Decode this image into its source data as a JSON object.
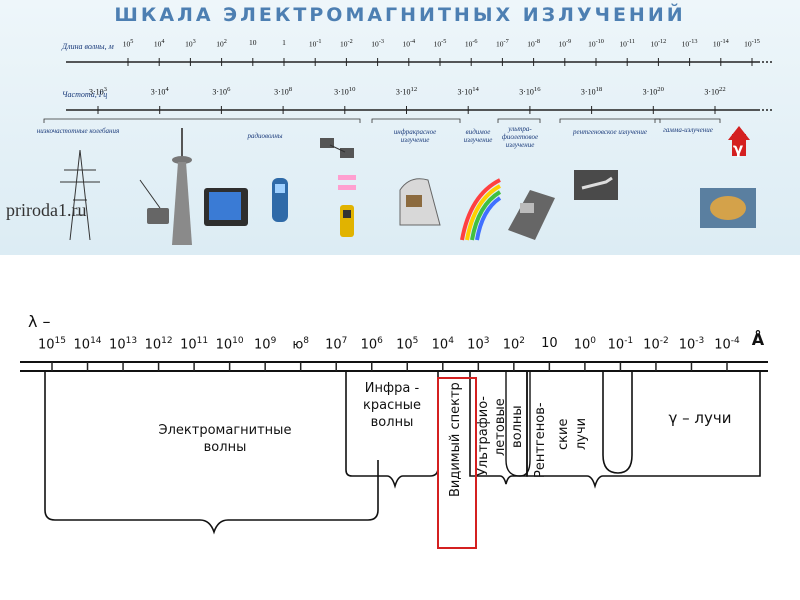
{
  "top": {
    "title": "ШКАЛА ЭЛЕКТРОМАГНИТНЫХ ИЗЛУЧЕНИЙ",
    "wavelength_label": "Длина волны, м",
    "frequency_label": "Частота, Гц",
    "wavelength_ticks": [
      {
        "b": "10",
        "e": "5"
      },
      {
        "b": "10",
        "e": "4"
      },
      {
        "b": "10",
        "e": "3"
      },
      {
        "b": "10",
        "e": "2"
      },
      {
        "b": "10",
        "e": ""
      },
      {
        "b": "1",
        "e": ""
      },
      {
        "b": "10",
        "e": "-1"
      },
      {
        "b": "10",
        "e": "-2"
      },
      {
        "b": "10",
        "e": "-3"
      },
      {
        "b": "10",
        "e": "-4"
      },
      {
        "b": "10",
        "e": "-5"
      },
      {
        "b": "10",
        "e": "-6"
      },
      {
        "b": "10",
        "e": "-7"
      },
      {
        "b": "10",
        "e": "-8"
      },
      {
        "b": "10",
        "e": "-9"
      },
      {
        "b": "10",
        "e": "-10"
      },
      {
        "b": "10",
        "e": "-11"
      },
      {
        "b": "10",
        "e": "-12"
      },
      {
        "b": "10",
        "e": "-13"
      },
      {
        "b": "10",
        "e": "-14"
      },
      {
        "b": "10",
        "e": "-15"
      }
    ],
    "frequency_ticks": [
      {
        "b": "3·10",
        "e": "3"
      },
      {
        "b": "3·10",
        "e": "4"
      },
      {
        "b": "3·10",
        "e": "6"
      },
      {
        "b": "3·10",
        "e": "8"
      },
      {
        "b": "3·10",
        "e": "10"
      },
      {
        "b": "3·10",
        "e": "12"
      },
      {
        "b": "3·10",
        "e": "14"
      },
      {
        "b": "3·10",
        "e": "16"
      },
      {
        "b": "3·10",
        "e": "18"
      },
      {
        "b": "3·10",
        "e": "20"
      },
      {
        "b": "3·10",
        "e": "22"
      }
    ],
    "bands": [
      {
        "label": "низкочастотные колебания"
      },
      {
        "label": "радиоволны"
      },
      {
        "label": "инфракрасное излучение"
      },
      {
        "label": "видимое излучение"
      },
      {
        "label": "ультра-фиолетовое излучение"
      },
      {
        "label": "рентгеновское излучение"
      },
      {
        "label": "гамма-излучение"
      }
    ],
    "gamma_symbol": "γ",
    "site": "priroda1.ru"
  },
  "bottom": {
    "lambda_label": "λ –",
    "unit": "Å",
    "ticks": [
      {
        "b": "10",
        "e": "15"
      },
      {
        "b": "10",
        "e": "14"
      },
      {
        "b": "10",
        "e": "13"
      },
      {
        "b": "10",
        "e": "12"
      },
      {
        "b": "10",
        "e": "11"
      },
      {
        "b": "10",
        "e": "10"
      },
      {
        "b": "10",
        "e": "9"
      },
      {
        "b": "ю",
        "e": "8"
      },
      {
        "b": "10",
        "e": "7"
      },
      {
        "b": "10",
        "e": "6"
      },
      {
        "b": "10",
        "e": "5"
      },
      {
        "b": "10",
        "e": "4"
      },
      {
        "b": "10",
        "e": "3"
      },
      {
        "b": "10",
        "e": "2"
      },
      {
        "b": "10",
        "e": ""
      },
      {
        "b": "10",
        "e": "0"
      },
      {
        "b": "10",
        "e": "-1"
      },
      {
        "b": "10",
        "e": "-2"
      },
      {
        "b": "10",
        "e": "-3"
      },
      {
        "b": "10",
        "e": "-4"
      }
    ],
    "regions": {
      "em": "Электромагнитные волны",
      "ir_1": "Инфра -",
      "ir_2": "красные",
      "ir_3": "волны",
      "visible": "Видимый спектр",
      "uv_1": "Ультрафио-",
      "uv_2": "летовые",
      "uv_3": "волны",
      "xray_1": "Рентгенов-",
      "xray_2": "ские",
      "xray_3": "лучи",
      "gamma": "γ – лучи"
    }
  }
}
